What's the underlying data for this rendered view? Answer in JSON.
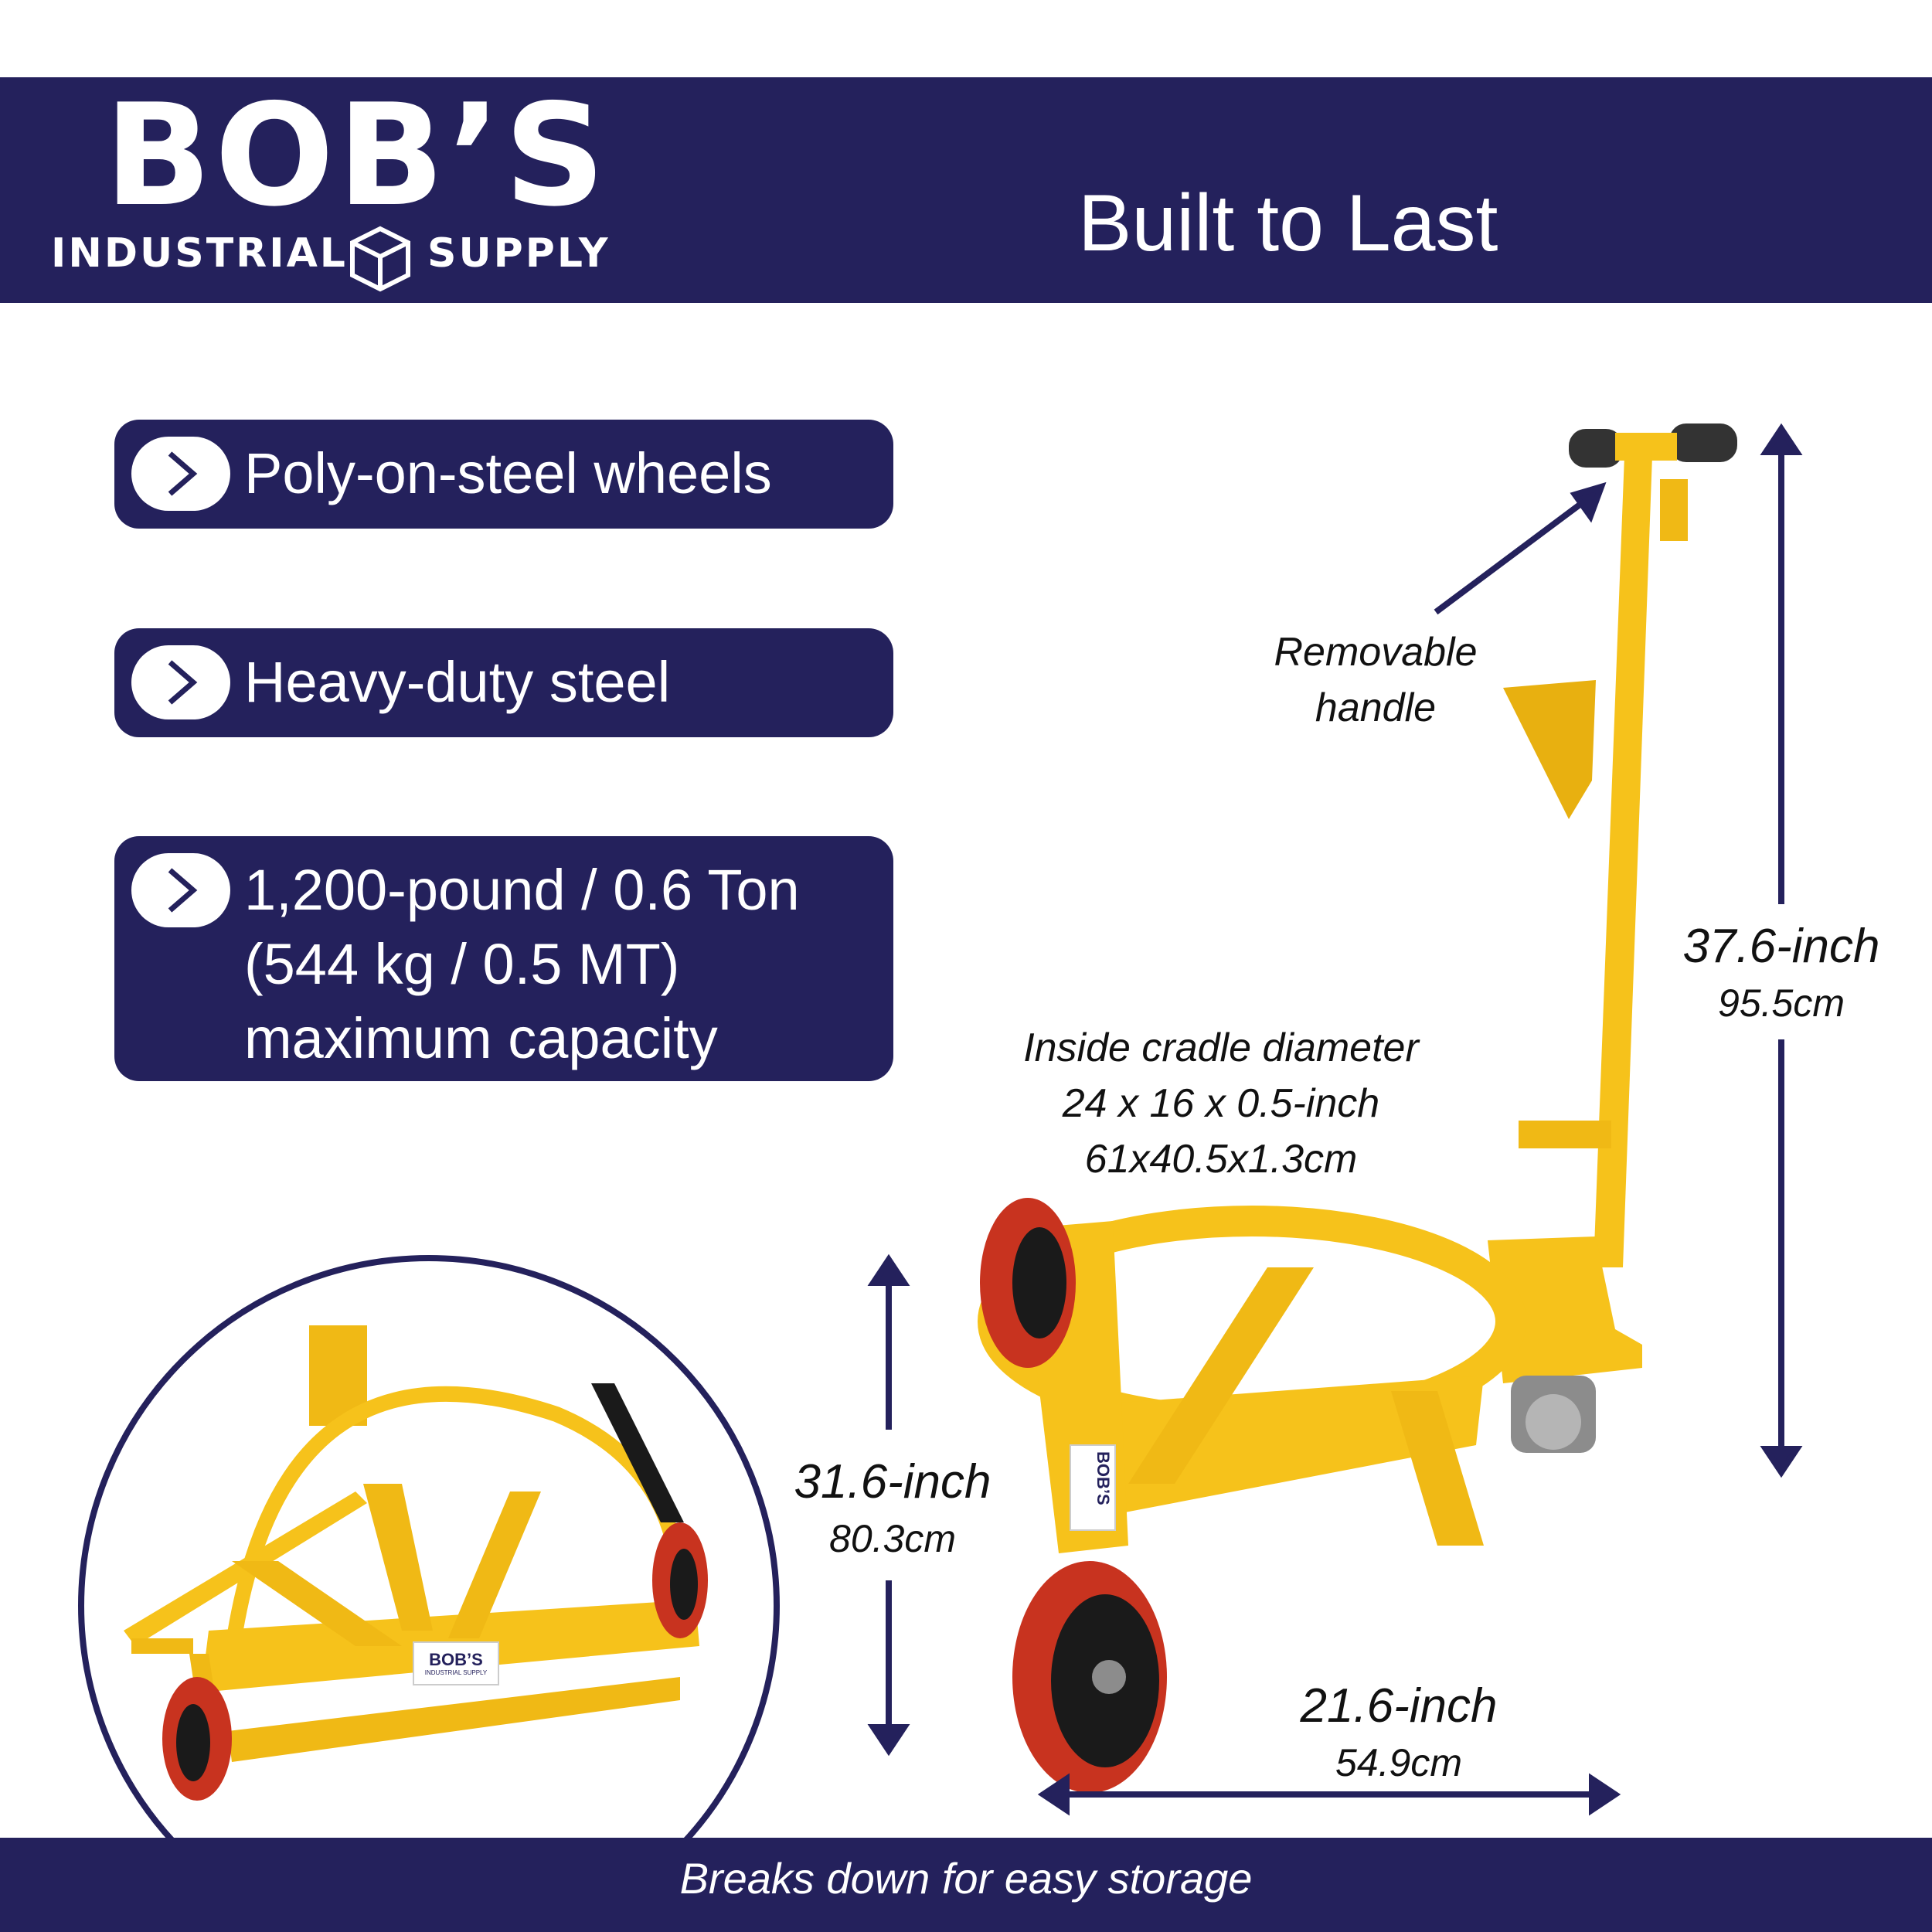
{
  "header": {
    "brand_main": "BOB’S",
    "brand_sub_left": "INDUSTRIAL",
    "brand_sub_right": "SUPPLY",
    "tagline": "Built to Last"
  },
  "features": [
    {
      "lines": [
        "Poly-on-steel wheels"
      ]
    },
    {
      "lines": [
        "Heavy-duty steel"
      ]
    },
    {
      "lines": [
        "1,200-pound / 0.6 Ton",
        "(544 kg / 0.5 MT)",
        "maximum capacity"
      ]
    }
  ],
  "annotations": {
    "handle": [
      "Removable",
      "handle"
    ],
    "height_total": {
      "imperial": "37.6-inch",
      "metric": "95.5cm"
    },
    "cradle": [
      "Inside cradle diameter",
      "24 x 16 x 0.5-inch",
      "61x40.5x1.3cm"
    ],
    "height_cradle": {
      "imperial": "31.6-inch",
      "metric": "80.3cm"
    },
    "width": {
      "imperial": "21.6-inch",
      "metric": "54.9cm"
    }
  },
  "product_label": {
    "main": "BOB’S",
    "sub": "INDUSTRIAL SUPPLY"
  },
  "footer": {
    "text": "Breaks down for easy storage"
  },
  "colors": {
    "navy": "#24215c",
    "yellow": "#f6c21b",
    "wheel_red": "#c8331f",
    "black": "#1a1a1a",
    "white": "#ffffff"
  }
}
